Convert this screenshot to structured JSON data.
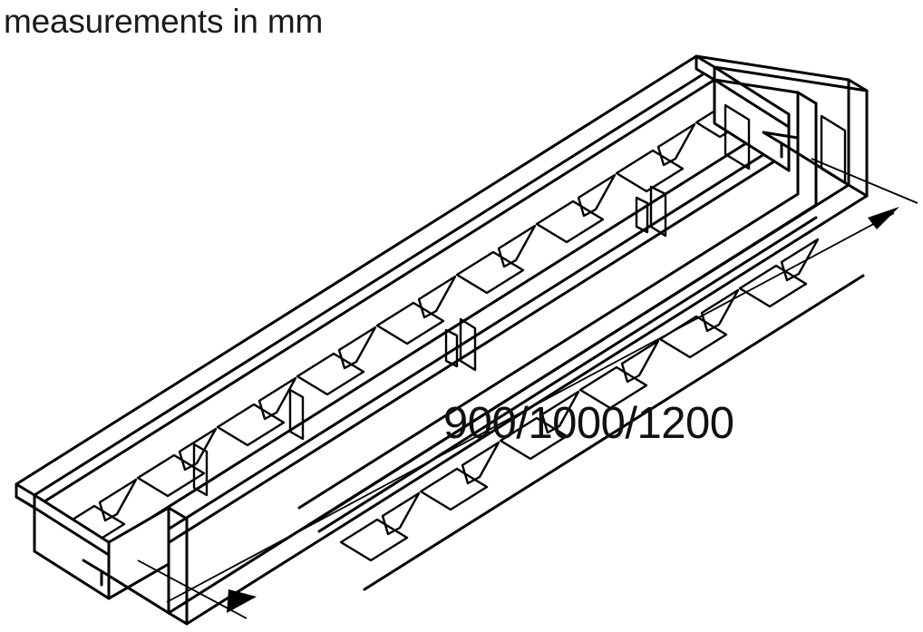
{
  "drawing": {
    "title": "measurements in mm",
    "unit_note": "measurements in mm",
    "dimension_label": "900/1000/1200",
    "object_description": "isometric view of a latticed channel beam / truss rail with cut-out webs",
    "stroke_color": "#000000",
    "background_color": "#ffffff",
    "text_color": "#111111",
    "projection": "isometric",
    "dimension": {
      "value_text": "900/1000/1200",
      "unit": "mm",
      "measures": "length",
      "arrow_count": 2,
      "arrow_start": "lower-left",
      "arrow_end": "upper-right"
    },
    "icons": {
      "arrow_lower": "arrowhead-down-left-icon",
      "arrow_upper": "arrowhead-up-right-icon"
    }
  }
}
